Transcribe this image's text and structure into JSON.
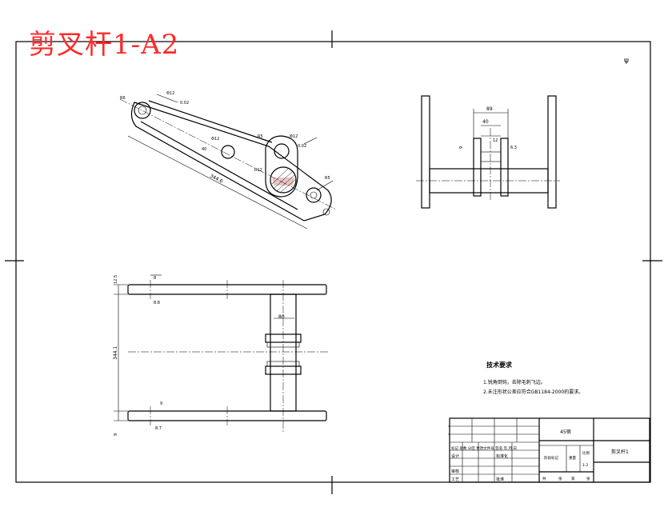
{
  "title": "剪叉杆1-A2",
  "top_right_mark": "ψ",
  "tech": {
    "heading": "技术要求",
    "line1": "1.锐角倒钝，去除毛刺飞边。",
    "line2": "2.未注形状公差应符合GB1184-2000的要求。"
  },
  "dims": {
    "main_len": "344.6",
    "vertical_len": "344.1",
    "gap_w": "89",
    "boss_w": "40",
    "flat_w": "12",
    "col_w": "80",
    "small_h": "9",
    "small_h2": "9",
    "r_a": "R6",
    "r_b": "R5",
    "r_c": "R5",
    "d_a": "Φ12",
    "d_b": "Φ12",
    "d_c": "Φ12",
    "tol_a": "0.02",
    "tol_b": "0.02",
    "sq_top": "8.8",
    "sq_bot": "8.7",
    "side_a": "9",
    "side_b": "8",
    "pin_r": "R12",
    "small_dim": "40",
    "t1": "12.5",
    "t2": "6.3"
  },
  "title_block": {
    "material": "45钢",
    "part_name": "剪叉杆1",
    "row_labels": "标记  处数  分区  更改文件号  签名  年.月.日",
    "design": "设计",
    "standard": "标准化",
    "review": "审核",
    "process": "工艺",
    "approve": "批准",
    "stage": "阶段标记",
    "weight": "重量",
    "scale": "比例",
    "scale_val": "1:2",
    "sheet_a": "共",
    "sheet_b": "张",
    "sheet_c": "第",
    "sheet_d": "张"
  }
}
